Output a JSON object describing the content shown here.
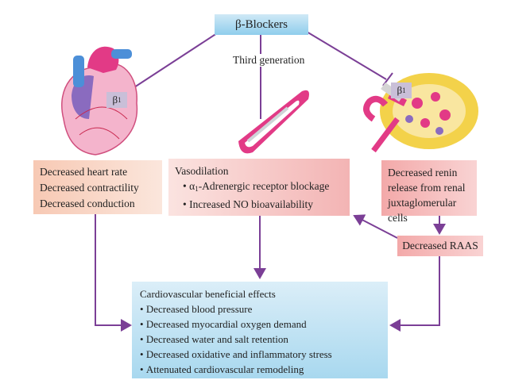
{
  "top": {
    "label": "β-Blockers"
  },
  "third_label": "Third generation",
  "beta1": {
    "symbol": "β",
    "subscript": "1"
  },
  "left_box": {
    "lines": [
      "Decreased heart rate",
      "Decreased contractility",
      "Decreased conduction"
    ]
  },
  "mid_box": {
    "title": "Vasodilation",
    "bullet1_prefix": "α",
    "bullet1_sub": "1",
    "bullet1_text": "-Adrenergic receptor blockage",
    "bullet2": "Increased NO bioavailability"
  },
  "right_box": {
    "lines": [
      "Decreased renin",
      "release from renal",
      "juxtaglomerular cells"
    ]
  },
  "raas_box": {
    "label": "Decreased RAAS"
  },
  "bottom_box": {
    "title": "Cardiovascular beneficial effects",
    "items": [
      "Decreased blood pressure",
      "Decreased myocardial oxygen demand",
      "Decreased water and salt retention",
      "Decreased oxidative and inflammatory stress",
      "Attenuated cardiovascular remodeling"
    ]
  },
  "colors": {
    "arrow": "#7b3f96",
    "heart": "#e8307a",
    "vessel": "#e23a86",
    "kidney": "#f3d24a"
  }
}
